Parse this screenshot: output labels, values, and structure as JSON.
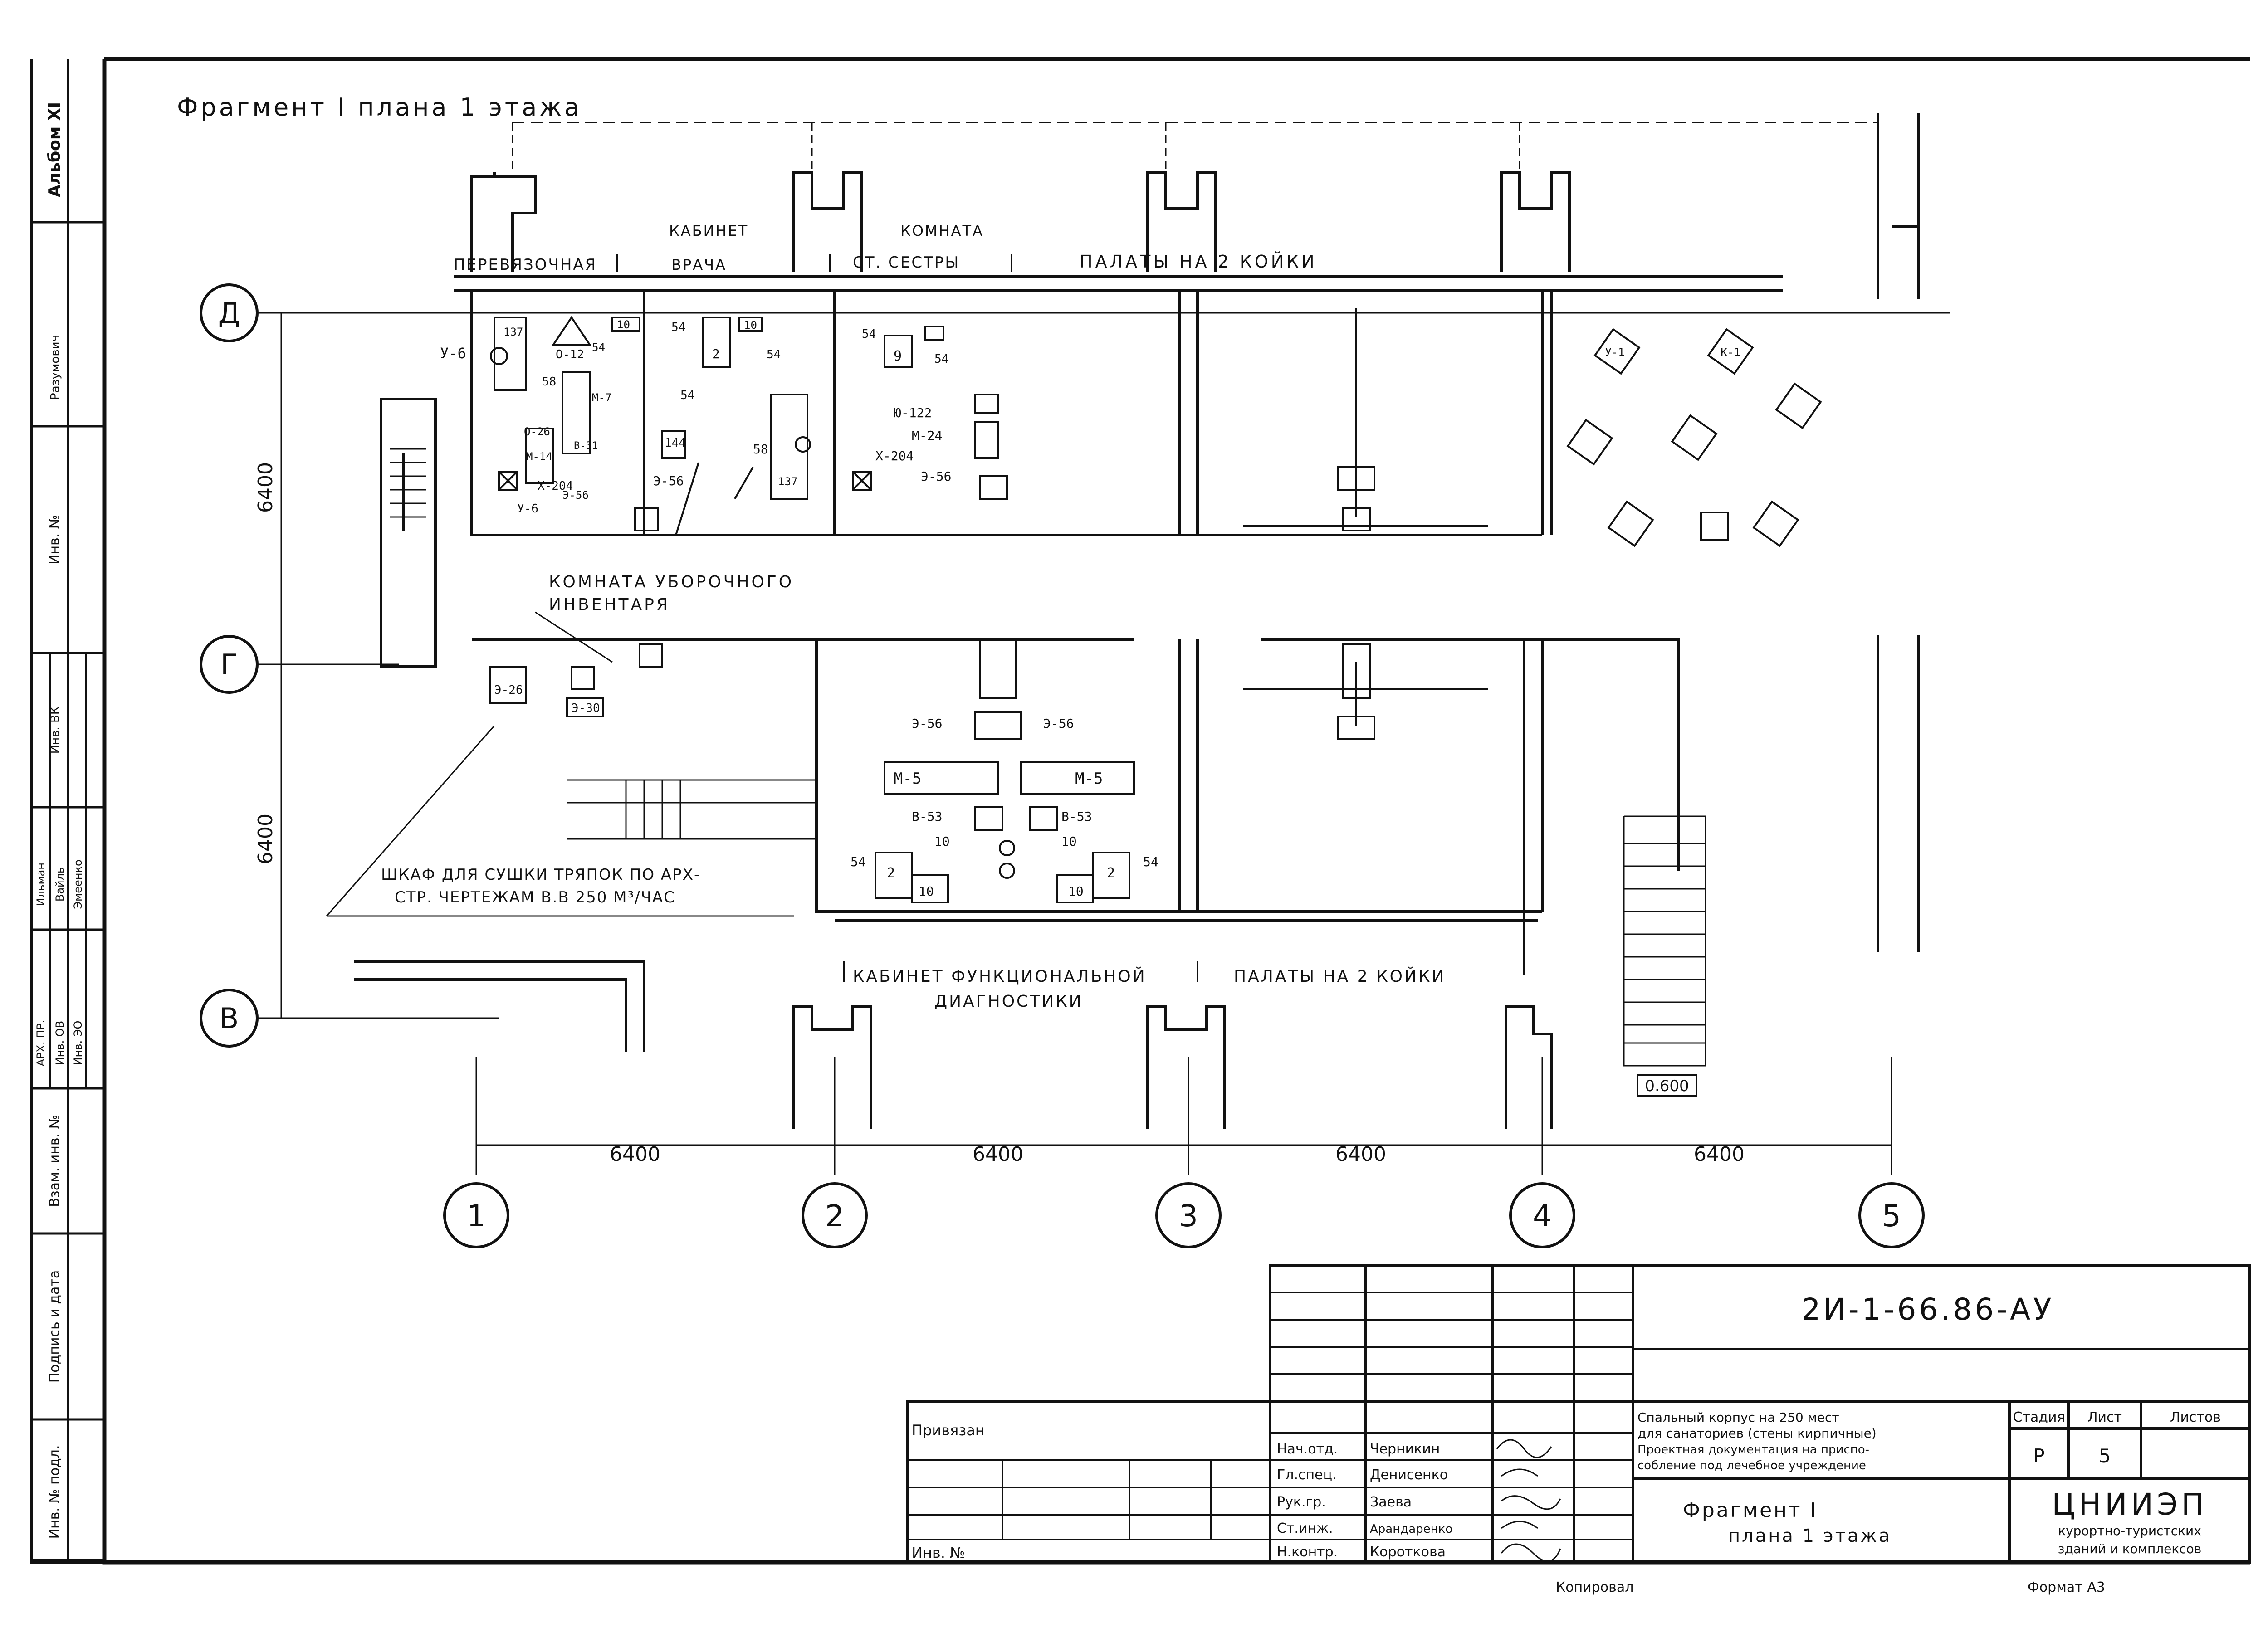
{
  "sheet_title": "Фрагмент I плана 1 этажа",
  "album_label": "Альбом XI",
  "axes": {
    "rows": [
      "Д",
      "Г",
      "В"
    ],
    "cols": [
      "1",
      "2",
      "3",
      "4",
      "5"
    ]
  },
  "dims": {
    "vertical": [
      "6400",
      "6400"
    ],
    "horizontal": [
      "6400",
      "6400",
      "6400",
      "6400"
    ]
  },
  "rooms": {
    "dressing": "ПЕРЕВЯЗОЧНАЯ",
    "doctor_1": "КАБИНЕТ",
    "doctor_2": "ВРАЧА",
    "nurse_1": "КОМНАТА",
    "nurse_2": "СТ. СЕСТРЫ",
    "wards_top": "ПАЛАТЫ НА 2 КОЙКИ",
    "cleaning_1": "КОМНАТА УБОРОЧНОГО",
    "cleaning_2": "ИНВЕНТАРЯ",
    "diag_1": "КАБИНЕТ ФУНКЦИОНАЛЬНОЙ",
    "diag_2": "ДИАГНОСТИКИ",
    "wards_bottom": "ПАЛАТЫ НА 2 КОЙКИ"
  },
  "note_1": "ШКАФ ДЛЯ СУШКИ ТРЯПОК ПО АРХ-",
  "note_2": "СТР. ЧЕРТЕЖАМ В.В 250 М³/ЧАС",
  "level_mark": "0.600",
  "equipment": {
    "u6a": "У-6",
    "o12": "О-12",
    "n137a": "137",
    "n10a": "10",
    "n54a": "54",
    "n58a": "58",
    "m7": "М-7",
    "o26": "О-26",
    "m14": "М-14",
    "b31": "В-31",
    "x204a": "Х-204",
    "u6b": "У-6",
    "e56a": "Э-56",
    "n144": "144",
    "n54b": "54",
    "n2a": "2",
    "n10b": "10",
    "n54c": "54",
    "n54d": "54",
    "n58b": "58",
    "n137b": "137",
    "e56b": "Э-56",
    "n54e": "54",
    "n9": "9",
    "n54f": "54",
    "yu122": "Ю-122",
    "m24": "М-24",
    "x204b": "Х-204",
    "e56c": "Э-56",
    "e26": "Э-26",
    "e30": "Э-30",
    "e56d": "Э-56",
    "e56e": "Э-56",
    "m5a": "М-5",
    "m5b": "М-5",
    "b53a": "В-53",
    "b53b": "В-53",
    "n10c": "10",
    "n10d": "10",
    "n54g": "54",
    "n54h": "54",
    "n2b": "2",
    "n2c": "2",
    "n10e": "10",
    "n10f": "10",
    "k1": "К-1",
    "y1": "У-1"
  },
  "sidebar": {
    "c1": "Инв. № подл.",
    "c2": "Подпись и дата",
    "c3": "Взам. инв. №",
    "c4": "Инв. №",
    "c5": "АРХ. ПР.",
    "c6": "Ильман",
    "c7": "Инв. ОВ",
    "c8": "Вайль",
    "c9": "Инв. ЭО",
    "c10": "Эмеенко",
    "c11": "Инв. ВК",
    "c12": "Разумович"
  },
  "title_block": {
    "code": "2И-1-66.86-АУ",
    "project_1": "Спальный корпус на 250 мест",
    "project_2": "для санаториев (стены кирпичные)",
    "project_3": "Проектная документация на приспо-",
    "project_4": "собление под лечебное учреждение",
    "sheet_name_1": "Фрагмент I",
    "sheet_name_2": "плана 1 этажа",
    "stage_label": "Стадия",
    "sheet_label": "Лист",
    "sheets_label": "Листов",
    "stage": "Р",
    "sheet_no": "5",
    "org_1": "ЦНИИЭП",
    "org_2": "курортно-туристских",
    "org_3": "зданий и комплексов",
    "privyazan": "Привязан",
    "inv_no": "Инв. №",
    "copied": "Копировал",
    "format": "Формат А3",
    "signers": [
      {
        "role": "Нач.отд.",
        "name": "Черникин"
      },
      {
        "role": "Гл.спец.",
        "name": "Денисенко"
      },
      {
        "role": "Рук.гр.",
        "name": "Заева"
      },
      {
        "role": "Ст.инж.",
        "name": "Арандаренко"
      },
      {
        "role": "Н.контр.",
        "name": "Короткова"
      }
    ]
  }
}
